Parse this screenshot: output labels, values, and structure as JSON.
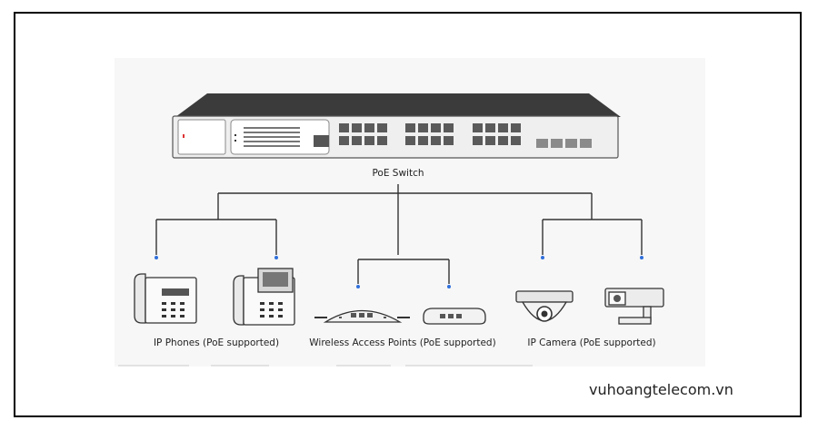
{
  "diagram": {
    "switch_label": "PoE Switch",
    "captions": {
      "phones": "IP Phones (PoE supported)",
      "access_points": "Wireless Access Points (PoE supported)",
      "cameras": "IP Camera (PoE supported)"
    },
    "connector_color": "#2f6fdc"
  },
  "watermark": "vuhoangtelecom.vn"
}
